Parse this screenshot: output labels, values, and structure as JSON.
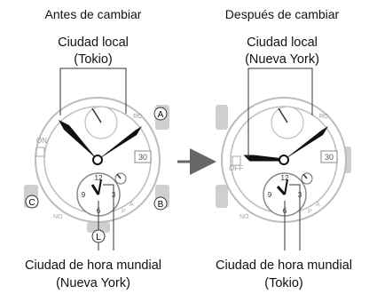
{
  "before": {
    "title": "Antes de cambiar",
    "home_label": "Ciudad local",
    "home_city": "(Tokio)",
    "world_label": "Ciudad de hora mundial",
    "world_city": "(Nueva York)"
  },
  "after": {
    "title": "Después de cambiar",
    "home_label": "Ciudad local",
    "home_city": "(Nueva York)",
    "world_label": "Ciudad de hora mundial",
    "world_city": "(Tokio)"
  },
  "buttons": {
    "a": "A",
    "b": "B",
    "c": "C",
    "l": "L"
  },
  "watch": {
    "date": "30",
    "on": "ON",
    "off": "OFF",
    "rc": "RC",
    "subdial": {
      "n12": "12",
      "n3": "3",
      "n6": "6",
      "n9": "9"
    },
    "bezel": {
      "no": "NO",
      "a": "A",
      "p": "P"
    }
  },
  "arrow": "→"
}
